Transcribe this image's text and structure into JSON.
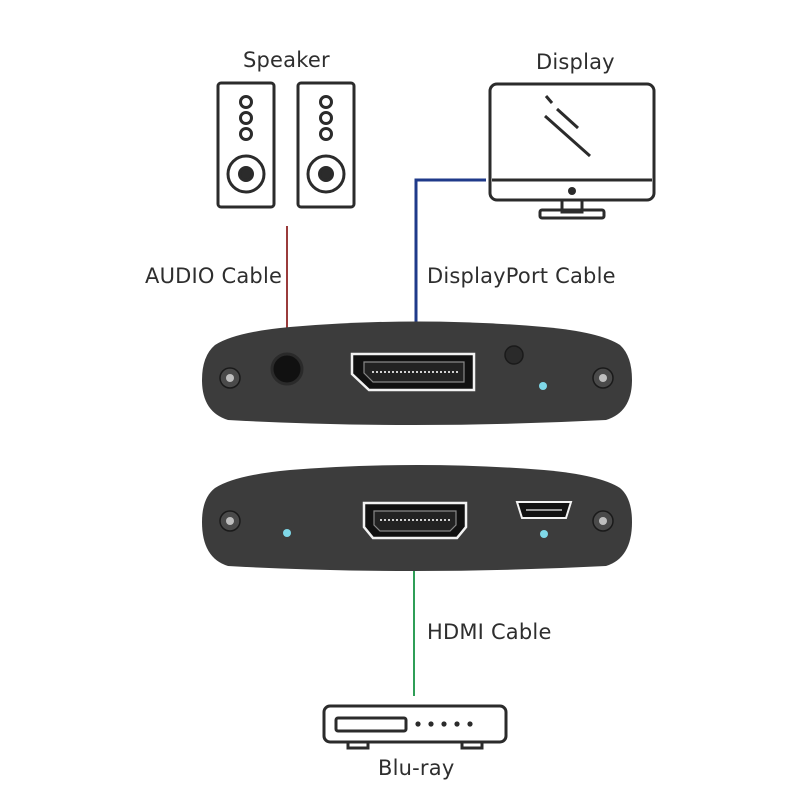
{
  "labels": {
    "speaker": "Speaker",
    "display": "Display",
    "audio_cable": "AUDIO Cable",
    "displayport_cable": "DisplayPort Cable",
    "hdmi_cable": "HDMI Cable",
    "bluray": "Blu-ray"
  },
  "colors": {
    "device_body": "#3c3c3c",
    "outline": "#2b2b2b",
    "audio_cable": "#9a3b3b",
    "displayport_cable": "#1f3a8a",
    "hdmi_cable": "#2f9e57",
    "led": "#7fd8e8",
    "text": "#2e2e2e"
  },
  "icons": {
    "speaker": "speaker-icon",
    "display": "monitor-icon",
    "bluray": "bluray-player-icon"
  }
}
